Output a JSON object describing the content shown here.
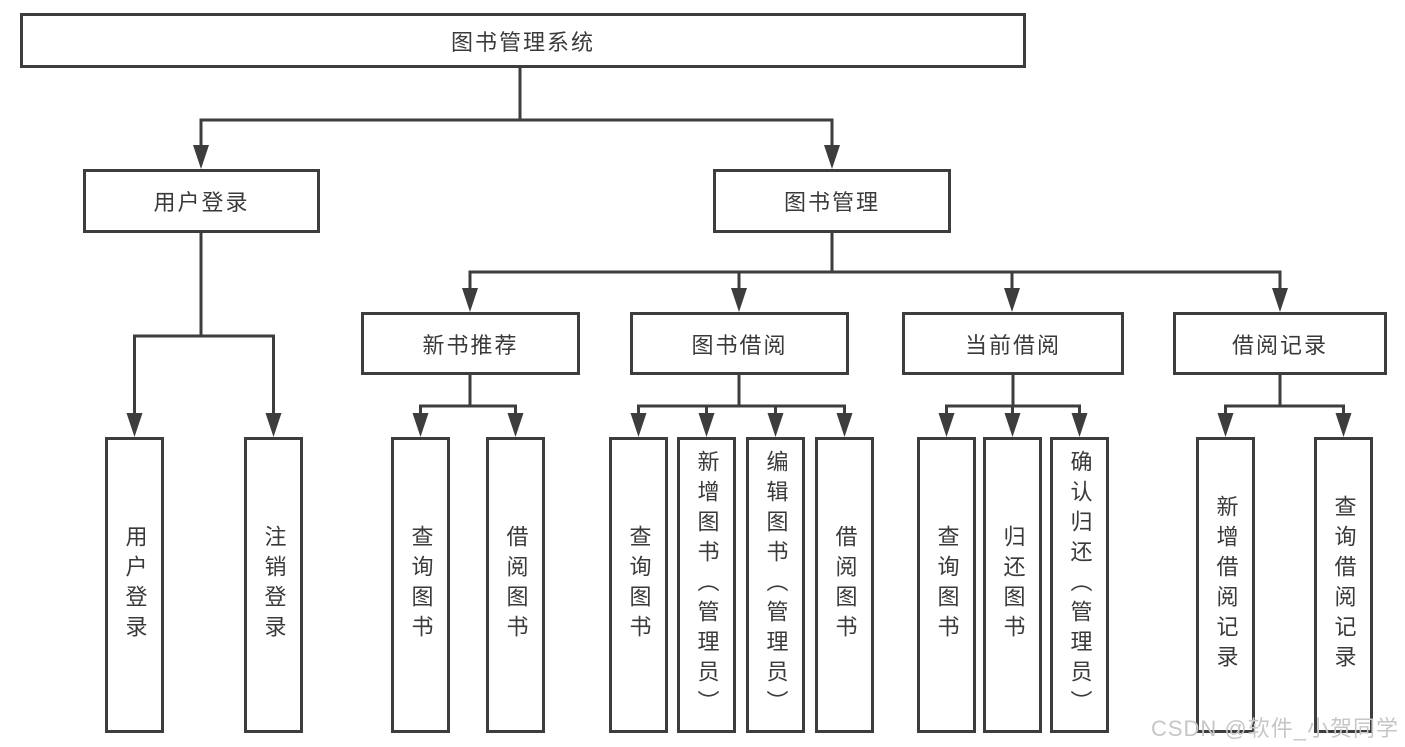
{
  "diagram": {
    "title": "图书管理系统",
    "background_color": "#ffffff",
    "line_color": "#3d3d3d",
    "text_color": "#3a3a3a",
    "root": {
      "label": "图书管理系统"
    },
    "level1": [
      {
        "label": "用户登录"
      },
      {
        "label": "图书管理"
      }
    ],
    "level2": [
      {
        "label": "新书推荐"
      },
      {
        "label": "图书借阅"
      },
      {
        "label": "当前借阅"
      },
      {
        "label": "借阅记录"
      }
    ],
    "leaves": {
      "login": [
        {
          "label": "用户登录"
        },
        {
          "label": "注销登录"
        }
      ],
      "recommend": [
        {
          "label": "查询图书"
        },
        {
          "label": "借阅图书"
        }
      ],
      "borrow": [
        {
          "label": "查询图书"
        },
        {
          "label": "新增图书（管理员）"
        },
        {
          "label": "编辑图书（管理员）"
        },
        {
          "label": "借阅图书"
        }
      ],
      "current": [
        {
          "label": "查询图书"
        },
        {
          "label": "归还图书"
        },
        {
          "label": "确认归还（管理员）"
        }
      ],
      "records": [
        {
          "label": "新增借阅记录"
        },
        {
          "label": "查询借阅记录"
        }
      ]
    },
    "watermark": "CSDN @软件_小贺同学",
    "watermark_color": "#c6c6c6"
  }
}
